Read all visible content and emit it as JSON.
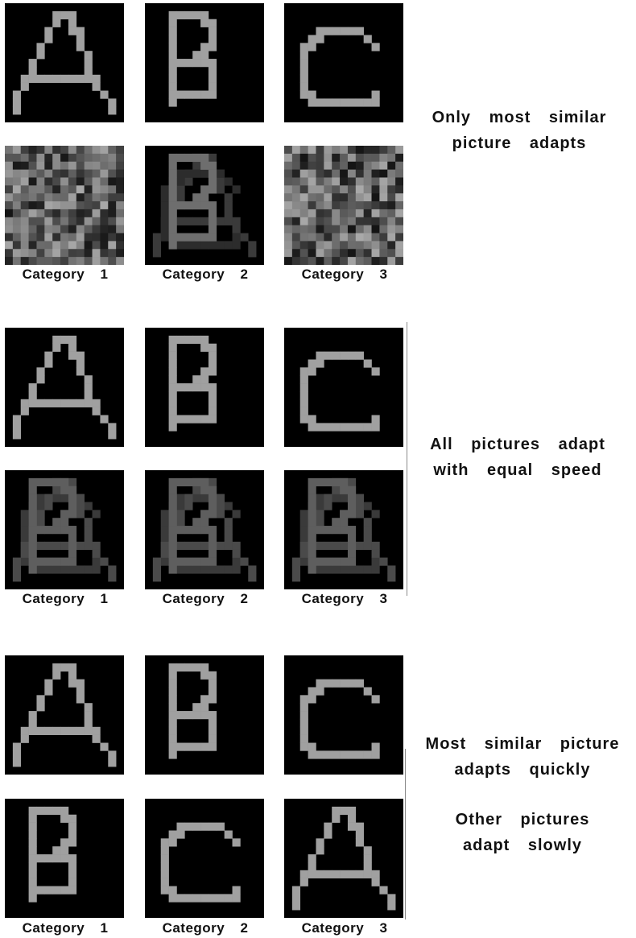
{
  "colors": {
    "background": "#000000",
    "stroke": "#a0a0a0"
  },
  "panels": [
    {
      "id": "winner-take-all",
      "captions": [
        [
          "Only most similar",
          "picture adapts"
        ]
      ],
      "has_bracket": false,
      "top_row": [
        "letter-A",
        "letter-B",
        "letter-C"
      ],
      "bottom_row": [
        "noise",
        "faint-blend-B",
        "noise"
      ],
      "categories": [
        "Category 1",
        "Category 2",
        "Category 3"
      ]
    },
    {
      "id": "equal-adaptation",
      "captions": [
        [
          "All pictures adapt",
          "with equal speed"
        ]
      ],
      "has_bracket": true,
      "top_row": [
        "letter-A",
        "letter-B",
        "letter-C"
      ],
      "bottom_row": [
        "blend-ABC",
        "blend-ABC",
        "blend-ABC"
      ],
      "categories": [
        "Category 1",
        "Category 2",
        "Category 3"
      ]
    },
    {
      "id": "graded-adaptation",
      "captions": [
        [
          "Most similar picture",
          "adapts quickly"
        ],
        [
          "Other pictures",
          "adapt slowly"
        ]
      ],
      "has_bracket": true,
      "top_row": [
        "letter-A",
        "letter-B",
        "letter-C"
      ],
      "bottom_row": [
        "letter-B",
        "letter-C",
        "letter-A"
      ],
      "categories": [
        "Category 1",
        "Category 2",
        "Category 3"
      ]
    }
  ]
}
